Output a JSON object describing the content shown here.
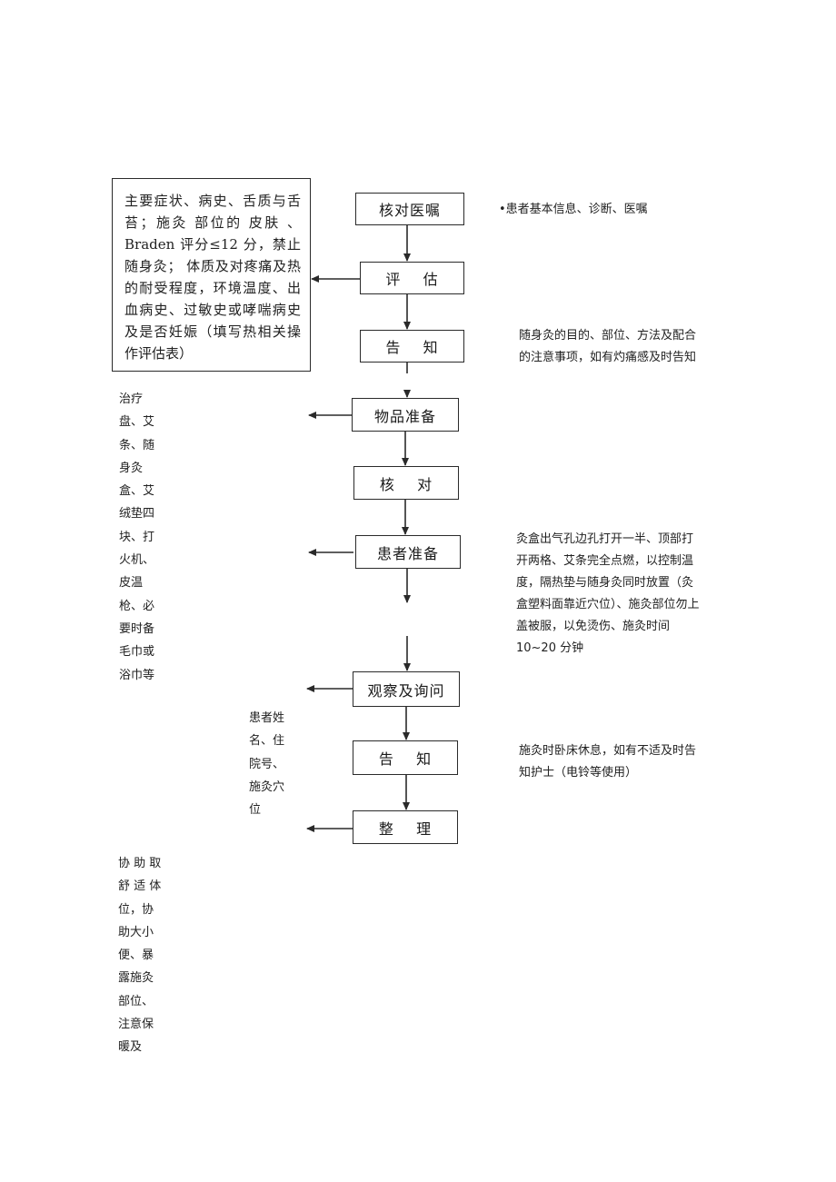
{
  "steps": [
    {
      "id": "verify",
      "label": "核对医嘱"
    },
    {
      "id": "assess",
      "label": "评    估"
    },
    {
      "id": "inform1",
      "label": "告    知"
    },
    {
      "id": "prepare-items",
      "label": "物品准备"
    },
    {
      "id": "check",
      "label": "核    对"
    },
    {
      "id": "prepare-patient",
      "label": "患者准备"
    },
    {
      "id": "observe",
      "label": "观察及询问"
    },
    {
      "id": "inform2",
      "label": "告    知"
    },
    {
      "id": "tidy",
      "label": "整    理"
    }
  ],
  "notes": {
    "assessment_box": "主要症状、病史、舌质与舌苔；施灸 部位的 皮肤 、Braden 评分≤12 分，禁止随身灸； 体质及对疼痛及热的耐受程度，环境温度、出 血病史、过敏史或哮喘病史 及是否妊娠（填写热相关操作评估表）",
    "verify_note": "•患者基本信息、诊断、医嘱",
    "inform_note": "随身灸的目的、部位、方法及配合的注意事项，如有灼痛感及时告知",
    "items_list": [
      "治疗",
      "盘、艾",
      "条、随",
      "身灸",
      "盒、艾",
      "绒垫四",
      "块、打",
      "火机、",
      "皮温",
      "枪、必",
      "要时备",
      "毛巾或",
      "浴巾等"
    ],
    "patient_prep_note": "灸盒出气孔边孔打开一半、顶部打开两格、艾条完全点燃，以控制温度，隔热垫与随身灸同时放置（灸盒塑料面靠近穴位）、施灸部位勿上盖被服，以免烫伤、施灸时间 10~20 分钟",
    "check_list": [
      "患者姓",
      "名、住",
      "院号、",
      "施灸穴",
      "位"
    ],
    "position_list": [
      "协 助 取",
      "舒 适 体",
      "位，协",
      "助大小",
      "便、暴",
      "露施灸",
      "部位、",
      "注意保",
      "暖及"
    ],
    "rest_note": "施灸时卧床休息，如有不适及时告知护士（电铃等使用）"
  }
}
